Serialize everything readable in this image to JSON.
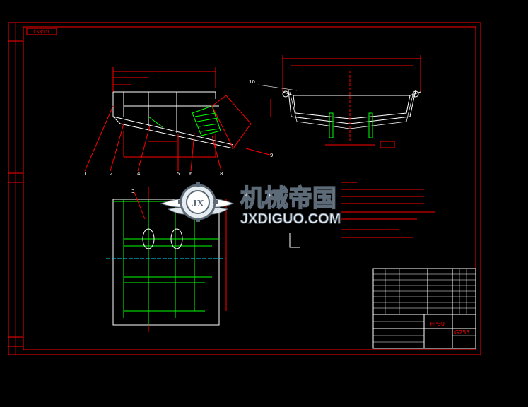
{
  "drawing": {
    "title_stamp": "CS8001",
    "part_number": "HP30",
    "drawing_number": "G253",
    "callouts": [
      "1",
      "2",
      "3",
      "4",
      "5",
      "6",
      "8",
      "9",
      "10"
    ]
  },
  "watermark": {
    "chinese": "机械帝国",
    "latin": "JXDIGUO.COM",
    "logo_letters": "JX"
  },
  "colors": {
    "background": "#000000",
    "border": "#ff0000",
    "outline": "#ffffff",
    "hatch": "#00ff00",
    "dimension": "#ff0000",
    "accent": "#00e0ff"
  }
}
